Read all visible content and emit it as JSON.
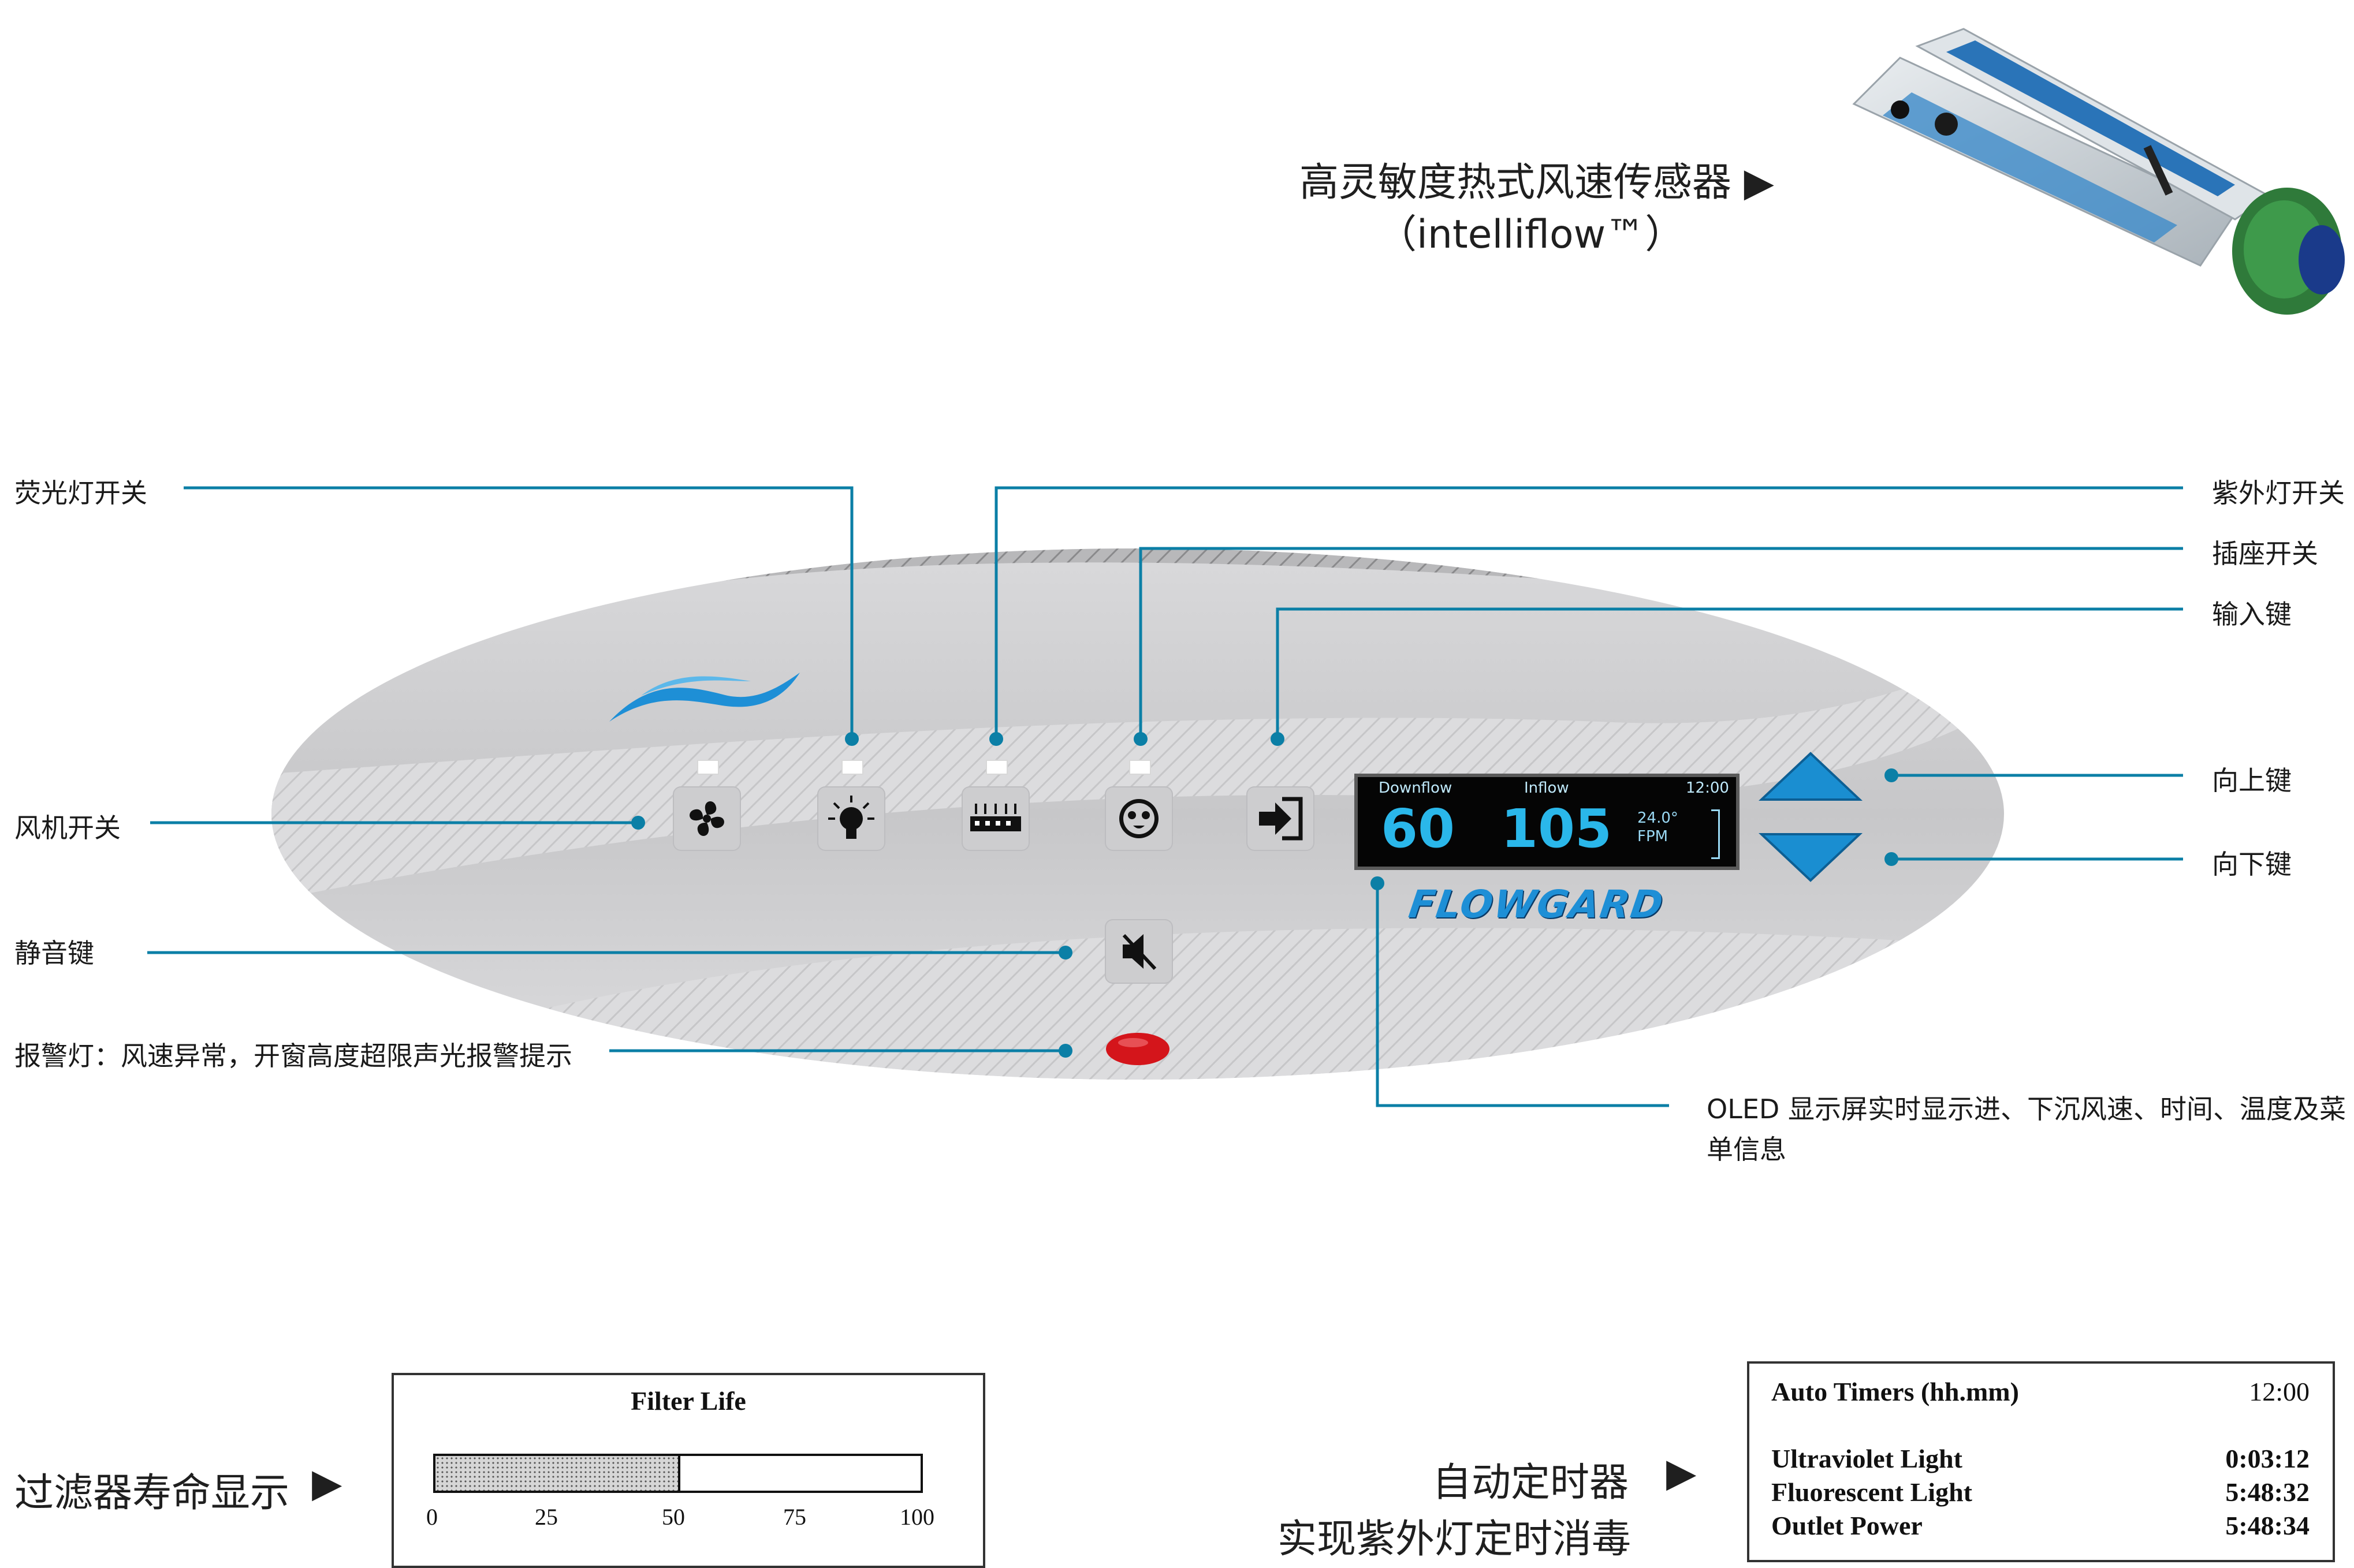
{
  "colors": {
    "callout_line": "#0b7fa6",
    "oled_bg": "#050505",
    "oled_value": "#2ab7ea",
    "arrow_blue": "#1a8ed1",
    "alarm_red": "#d4151b",
    "brand_blue": "#1e8fd6"
  },
  "sensor": {
    "title": "高灵敏度热式风速传感器 ▶",
    "subtitle": "（intelliflow™）"
  },
  "callouts": {
    "fluorescent": "荧光灯开关",
    "fan": "风机开关",
    "mute": "静音键",
    "alarm": "报警灯：风速异常，开窗高度超限声光报警提示",
    "uv": "紫外灯开关",
    "socket": "插座开关",
    "enter": "输入键",
    "up": "向上键",
    "down": "向下键",
    "oled_line1": "OLED 显示屏实时显示进、下沉风速、时间、温度及菜",
    "oled_line2": "单信息"
  },
  "oled": {
    "downflow_label": "Downflow",
    "inflow_label": "Inflow",
    "time": "12:00",
    "downflow_value": "60",
    "inflow_value": "105",
    "temp": "24.0°",
    "unit": "FPM"
  },
  "brand": "FLOWGARD",
  "filter": {
    "label": "过滤器寿命显示",
    "arrow": "▶",
    "title": "Filter Life",
    "ticks": [
      "0",
      "25",
      "50",
      "75",
      "100"
    ],
    "fill_percent": 50
  },
  "timers": {
    "label_line1": "自动定时器",
    "arrow": "▶",
    "label_line2": "实现紫外灯定时消毒",
    "header": "Auto Timers (hh.mm)",
    "clock": "12:00",
    "rows": [
      {
        "name": "Ultraviolet Light",
        "value": "0:03:12"
      },
      {
        "name": "Fluorescent Light",
        "value": "5:48:32"
      },
      {
        "name": "Outlet Power",
        "value": "5:48:34"
      }
    ]
  },
  "icons": [
    "fan-icon",
    "bulb-icon",
    "uv-lamp-icon",
    "socket-icon",
    "enter-icon",
    "mute-icon",
    "up-arrow-icon",
    "down-arrow-icon",
    "wave-logo-icon"
  ]
}
